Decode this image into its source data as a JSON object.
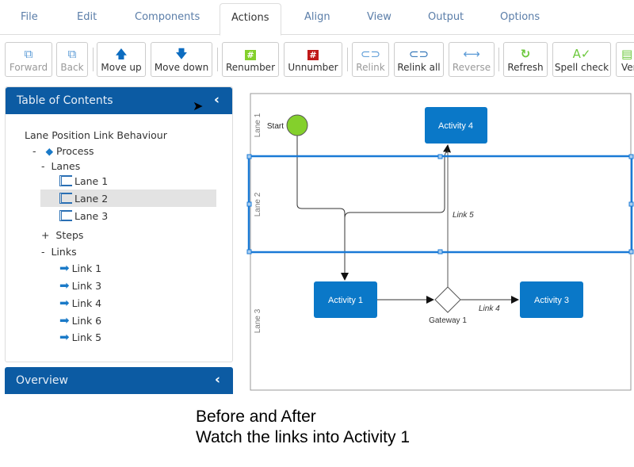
{
  "tabs": [
    "File",
    "Edit",
    "Components",
    "Actions",
    "Align",
    "View",
    "Output",
    "Options"
  ],
  "active_tab": "Actions",
  "toolbar": [
    {
      "label": "Forward",
      "icon": "forward-icon",
      "disabled": true
    },
    {
      "label": "Back",
      "icon": "back-icon",
      "disabled": true
    },
    {
      "label": "Move up",
      "icon": "arrow-up-icon",
      "disabled": false
    },
    {
      "label": "Move down",
      "icon": "arrow-down-icon",
      "disabled": false
    },
    {
      "label": "Renumber",
      "icon": "renumber-icon",
      "disabled": false
    },
    {
      "label": "Unnumber",
      "icon": "unnumber-icon",
      "disabled": false
    },
    {
      "label": "Relink",
      "icon": "link-icon",
      "disabled": true
    },
    {
      "label": "Relink all",
      "icon": "relink-all-icon",
      "disabled": false
    },
    {
      "label": "Reverse",
      "icon": "reverse-icon",
      "disabled": true
    },
    {
      "label": "Refresh",
      "icon": "refresh-icon",
      "disabled": false
    },
    {
      "label": "Spell check",
      "icon": "spell-check-icon",
      "disabled": false
    },
    {
      "label": "Ver",
      "icon": "verify-icon",
      "disabled": false
    }
  ],
  "toc": {
    "title": "Table of Contents",
    "root": "Lane Position Link Behaviour",
    "process": "Process",
    "lanes_label": "Lanes",
    "lanes": [
      "Lane 1",
      "Lane 2",
      "Lane 3"
    ],
    "selected_lane": "Lane 2",
    "steps_label": "Steps",
    "links_label": "Links",
    "links": [
      "Link 1",
      "Link 3",
      "Link 4",
      "Link 6",
      "Link 5"
    ]
  },
  "overview": {
    "title": "Overview"
  },
  "diagram": {
    "lanes": [
      "Lane 1",
      "Lane 2",
      "Lane 3"
    ],
    "start": "Start",
    "activity1": "Activity 1",
    "activity3": "Activity 3",
    "activity4": "Activity 4",
    "gateway": "Gateway 1",
    "link4": "Link 4",
    "link5": "Link 5",
    "colors": {
      "activity": "#0a78c8",
      "start": "#84d02c",
      "selection": "#1a7ad6"
    }
  },
  "caption": {
    "line1": "Before and After",
    "line2": "Watch the links into Activity 1"
  }
}
